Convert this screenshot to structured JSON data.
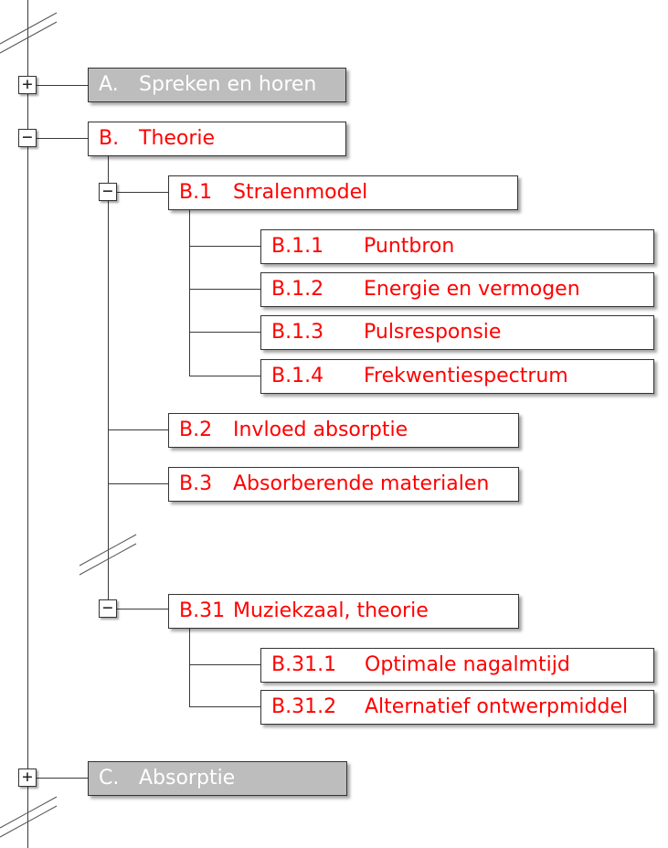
{
  "nodes": {
    "a": {
      "code": "A.",
      "label": "Spreken en horen"
    },
    "b": {
      "code": "B.",
      "label": "Theorie"
    },
    "b1": {
      "code": "B.1",
      "label": "Stralenmodel"
    },
    "b11": {
      "code": "B.1.1",
      "label": "Puntbron"
    },
    "b12": {
      "code": "B.1.2",
      "label": "Energie en vermogen"
    },
    "b13": {
      "code": "B.1.3",
      "label": "Pulsresponsie"
    },
    "b14": {
      "code": "B.1.4",
      "label": "Frekwentiespectrum"
    },
    "b2": {
      "code": "B.2",
      "label": "Invloed absorptie"
    },
    "b3": {
      "code": "B.3",
      "label": "Absorberende materialen"
    },
    "b31": {
      "code": "B.31",
      "label": "Muziekzaal, theorie"
    },
    "b311": {
      "code": "B.31.1",
      "label": "Optimale nagalmtijd"
    },
    "b312": {
      "code": "B.31.2",
      "label": "Alternatief ontwerpmiddel"
    },
    "c": {
      "code": "C.",
      "label": "Absorptie"
    }
  },
  "toggles": {
    "a": "+",
    "b": "−",
    "b1": "−",
    "b31": "−",
    "c": "+"
  },
  "colors": {
    "active_text": "#ff0000",
    "collapsed_fill": "#bdbdbd",
    "collapsed_text": "#ffffff"
  }
}
